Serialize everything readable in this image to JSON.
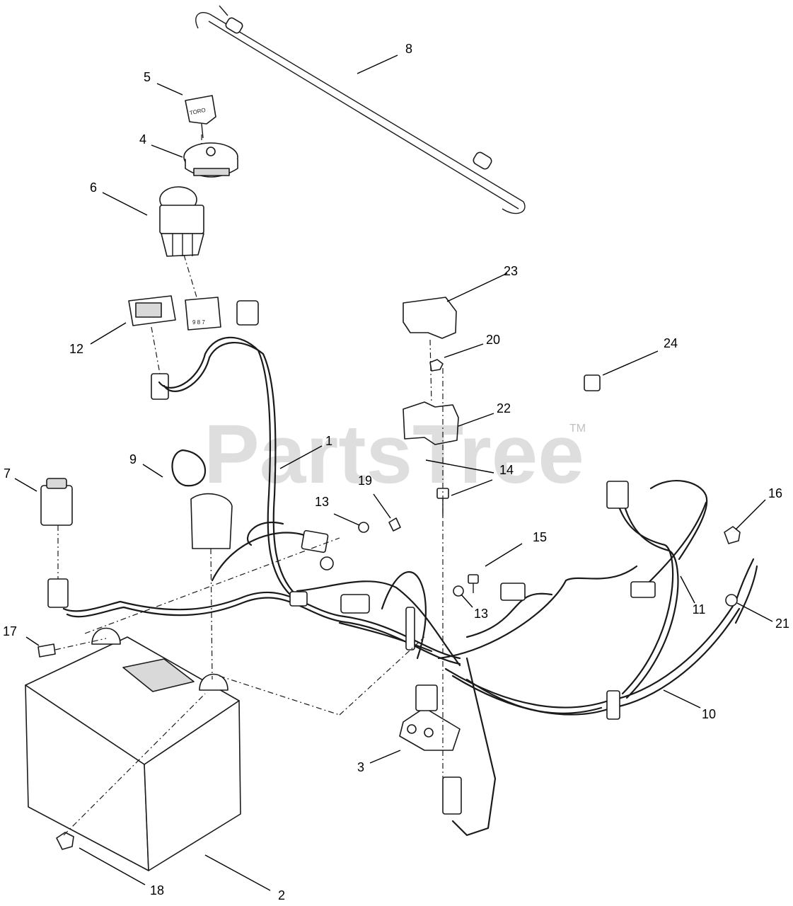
{
  "watermark": {
    "brand": "PartsTree",
    "mark": "TM"
  },
  "stamps": {
    "key_brand": "TORO",
    "relay_pins": "9 8 7"
  },
  "callouts": [
    {
      "id": "1",
      "label": "1"
    },
    {
      "id": "2",
      "label": "2"
    },
    {
      "id": "3",
      "label": "3"
    },
    {
      "id": "4",
      "label": "4"
    },
    {
      "id": "5",
      "label": "5"
    },
    {
      "id": "6",
      "label": "6"
    },
    {
      "id": "7",
      "label": "7"
    },
    {
      "id": "8",
      "label": "8"
    },
    {
      "id": "9",
      "label": "9"
    },
    {
      "id": "10",
      "label": "10"
    },
    {
      "id": "11",
      "label": "11"
    },
    {
      "id": "12",
      "label": "12"
    },
    {
      "id": "13a",
      "label": "13"
    },
    {
      "id": "13b",
      "label": "13"
    },
    {
      "id": "14",
      "label": "14"
    },
    {
      "id": "15",
      "label": "15"
    },
    {
      "id": "16",
      "label": "16"
    },
    {
      "id": "17",
      "label": "17"
    },
    {
      "id": "18",
      "label": "18"
    },
    {
      "id": "19",
      "label": "19"
    },
    {
      "id": "20",
      "label": "20"
    },
    {
      "id": "21",
      "label": "21"
    },
    {
      "id": "22",
      "label": "22"
    },
    {
      "id": "23",
      "label": "23"
    },
    {
      "id": "24",
      "label": "24"
    }
  ]
}
